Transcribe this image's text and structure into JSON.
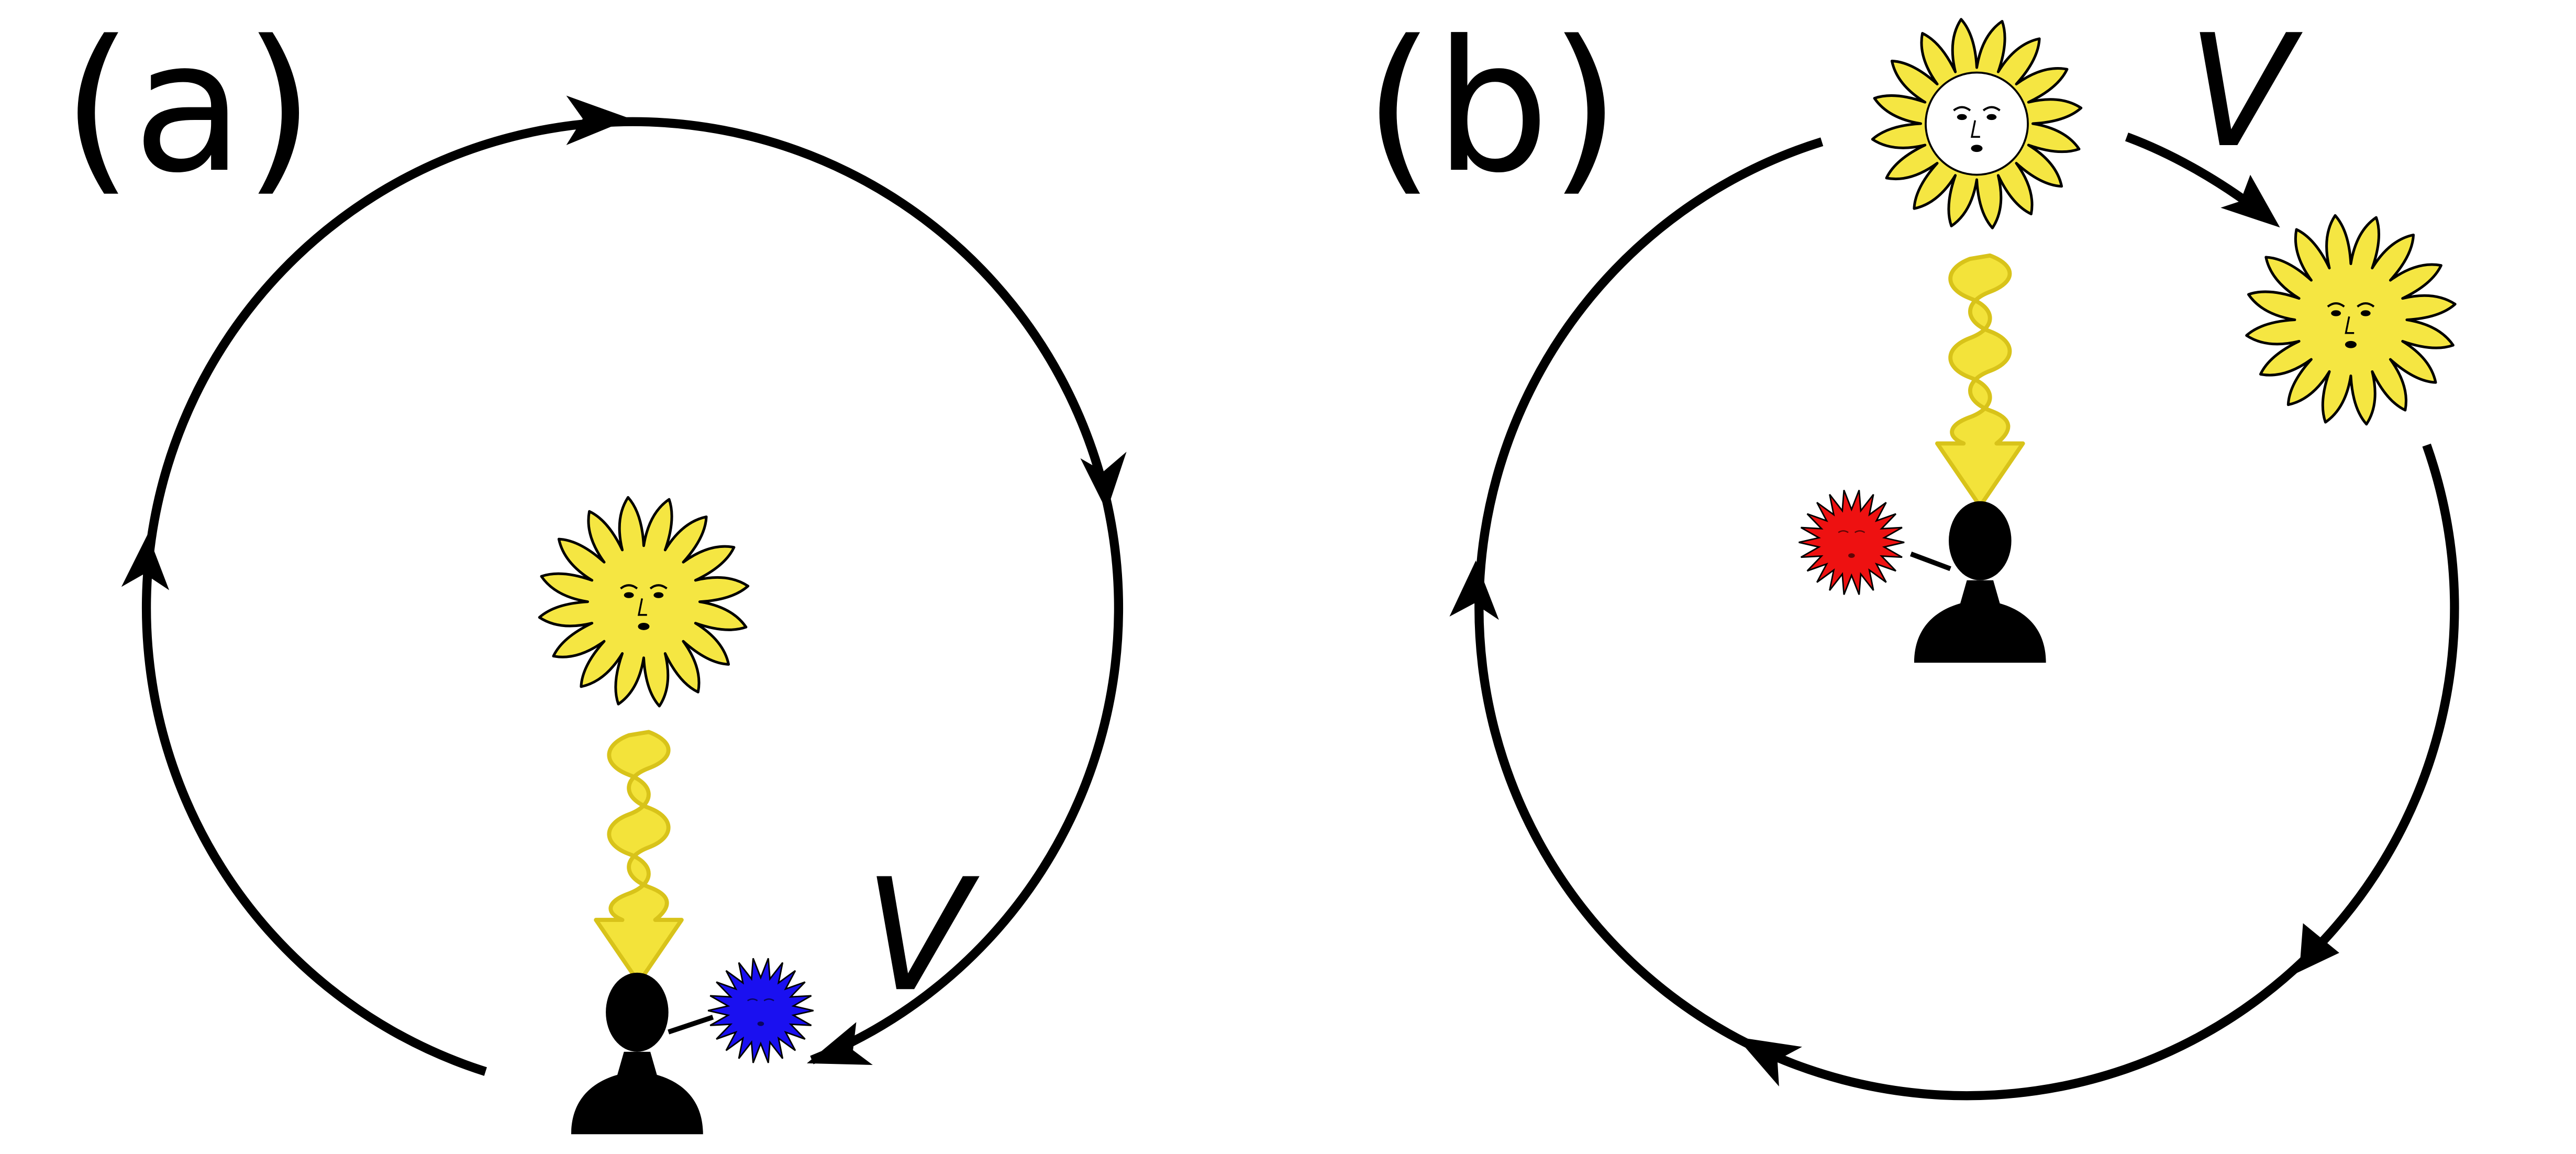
{
  "panels": [
    {
      "id": "a",
      "label": "(a)",
      "velocity_label": "V",
      "emitter_color": "#1a10f0"
    },
    {
      "id": "b",
      "label": "(b)",
      "velocity_label": "V",
      "emitter_color": "#ee1111"
    }
  ],
  "colors": {
    "sun_fill": "#f5e642",
    "sun_face": "#ffffff",
    "photon_fill": "#f3e33a",
    "photon_edge": "#d8c31a",
    "ink": "#000000"
  }
}
